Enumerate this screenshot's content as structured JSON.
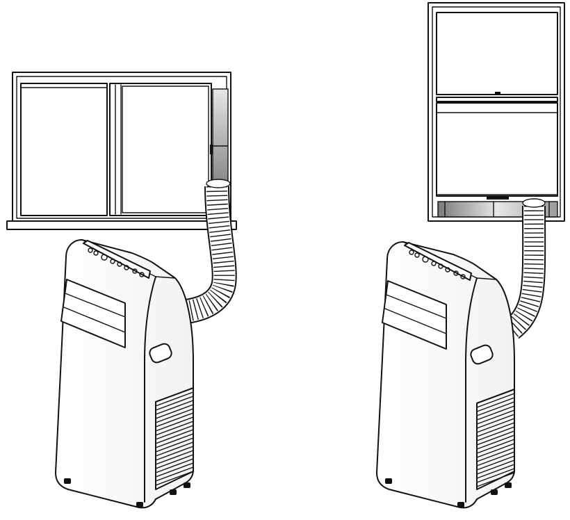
{
  "figure": {
    "panels": [
      {
        "id": "sliding-window-installation",
        "unit_count": 1
      },
      {
        "id": "sash-window-installation",
        "unit_count": 1
      }
    ]
  }
}
